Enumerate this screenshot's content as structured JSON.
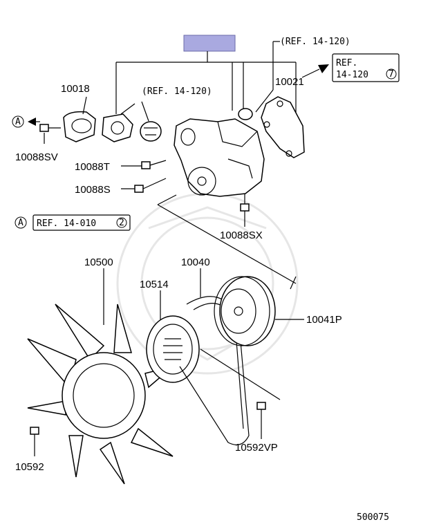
{
  "labels": {
    "p10018": "10018",
    "p10021": "10021",
    "p10088sv": "10088SV",
    "p10088t": "10088T",
    "p10088s": "10088S",
    "p10088sx": "10088SX",
    "p10500": "10500",
    "p10040": "10040",
    "p10514": "10514",
    "p10041p": "10041P",
    "p10592": "10592",
    "p10592vp": "10592VP"
  },
  "refs": {
    "ref_top": "(REF. 14-120)",
    "ref_mid": "(REF. 14-120)",
    "ref_box_line1": "REF.",
    "ref_box_line2": "14-120",
    "ref_box_num": "7",
    "ref_a_text": "REF. 14-010",
    "ref_a_num": "2"
  },
  "markers": {
    "a1": "A",
    "a2": "A"
  },
  "diagram_code": "500075",
  "colors": {
    "highlight_box": "#a9a9e0"
  }
}
